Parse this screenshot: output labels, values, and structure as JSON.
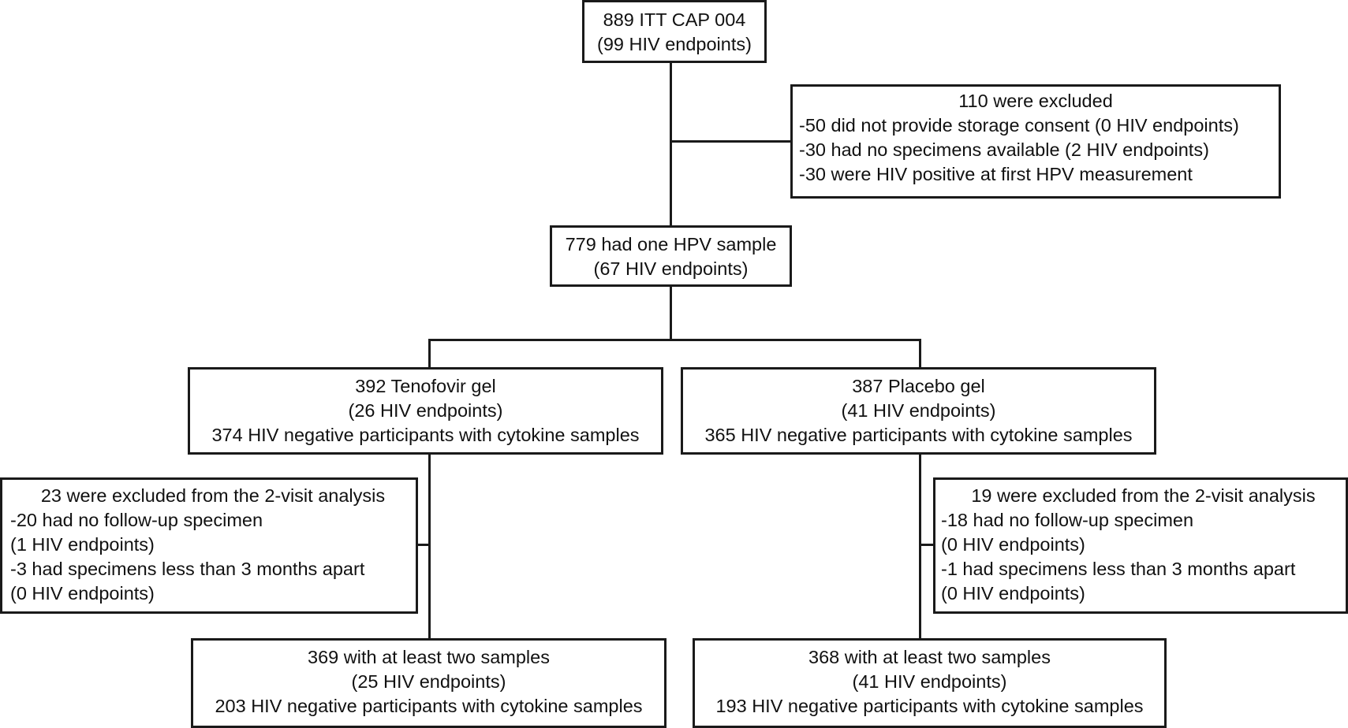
{
  "nodes": {
    "itt": {
      "lines": [
        "889 ITT CAP 004",
        "(99 HIV endpoints)"
      ]
    },
    "excluded_top": {
      "lines": [
        "110 were excluded",
        "-50 did not provide storage consent (0 HIV endpoints)",
        "-30 had no specimens available (2 HIV endpoints)",
        "-30 were HIV positive at first HPV measurement"
      ]
    },
    "hpv_sample": {
      "lines": [
        "779 had one HPV sample",
        "(67 HIV endpoints)"
      ]
    },
    "tenofovir": {
      "lines": [
        "392 Tenofovir gel",
        "(26 HIV endpoints)",
        "374 HIV negative participants with cytokine samples"
      ]
    },
    "placebo": {
      "lines": [
        "387 Placebo gel",
        "(41 HIV endpoints)",
        "365 HIV negative participants with cytokine samples"
      ]
    },
    "excluded_tenofovir": {
      "lines": [
        "23 were excluded from the 2-visit analysis",
        "-20 had no follow-up specimen",
        "(1 HIV endpoints)",
        "-3 had specimens less than 3 months apart",
        "(0 HIV endpoints)"
      ]
    },
    "excluded_placebo": {
      "lines": [
        "19 were excluded from the 2-visit analysis",
        "-18 had no follow-up specimen",
        "(0 HIV endpoints)",
        "-1 had specimens less than 3 months apart",
        "(0 HIV endpoints)"
      ]
    },
    "tenofovir_two": {
      "lines": [
        "369 with at least two samples",
        "(25 HIV endpoints)",
        "203 HIV negative participants with cytokine samples"
      ]
    },
    "placebo_two": {
      "lines": [
        "368 with at least two samples",
        "(41 HIV endpoints)",
        "193 HIV negative participants with cytokine samples"
      ]
    }
  }
}
